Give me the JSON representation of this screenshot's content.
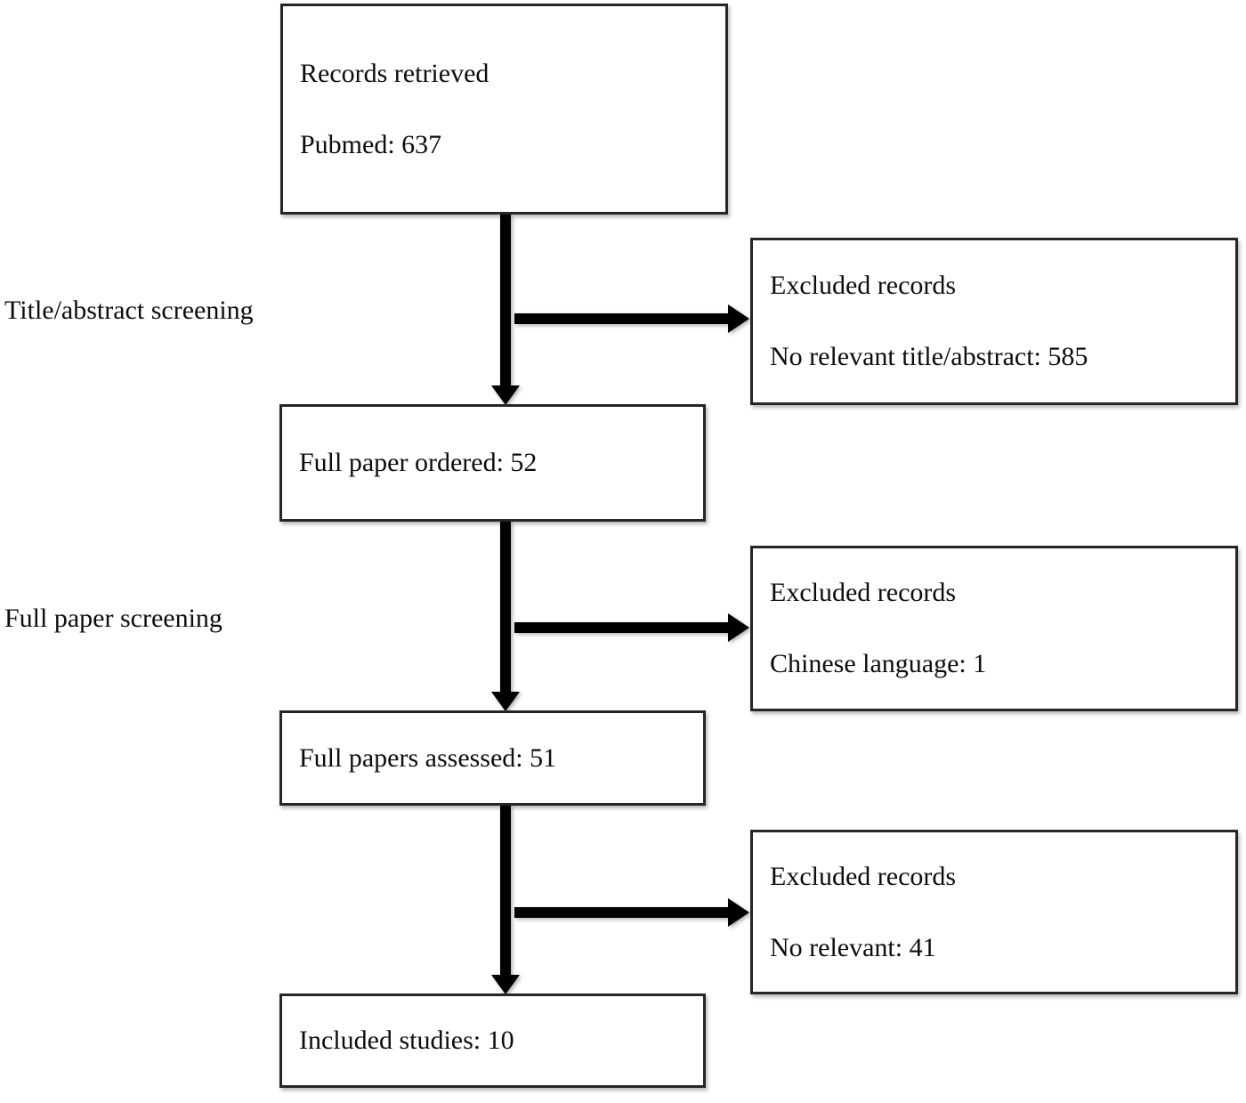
{
  "colors": {
    "background": "#ffffff",
    "box-border": "#262626",
    "arrow": "#000000",
    "text": "#0d0d0d"
  },
  "flow": {
    "records_retrieved": {
      "title": "Records retrieved",
      "detail": "Pubmed: 637"
    },
    "stage1_label": "Title/abstract screening",
    "excluded1": {
      "title": "Excluded records",
      "detail": "No relevant title/abstract: 585"
    },
    "full_paper_ordered": "Full paper ordered: 52",
    "stage2_label": "Full paper screening",
    "excluded2": {
      "title": "Excluded records",
      "detail": "Chinese language: 1"
    },
    "full_papers_assessed": "Full papers assessed: 51",
    "excluded3": {
      "title": "Excluded records",
      "detail": "No relevant: 41"
    },
    "included_studies": "Included studies: 10"
  }
}
